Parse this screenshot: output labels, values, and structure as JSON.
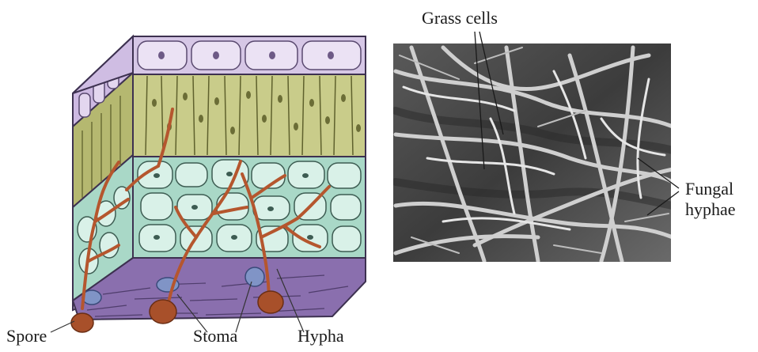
{
  "labels": {
    "grass_cells": "Grass cells",
    "fungal_line1": "Fungal",
    "fungal_line2": "hyphae",
    "spore": "Spore",
    "stoma": "Stoma",
    "hypha": "Hypha"
  },
  "colors": {
    "epidermis_fill": "#d6c7e6",
    "epidermis_stroke": "#6d5a86",
    "palisade_fill": "#c9cc8a",
    "spongy_fill": "#bfe4d7",
    "spongy_cell": "#d9f1e8",
    "lower_purple": "#8a6fae",
    "hypha": "#b5562e",
    "spore": "#a8502a",
    "stoma": "#8094c6",
    "photo_bg": "#3a3a3a",
    "photo_fiber": "#d8d8d8"
  }
}
